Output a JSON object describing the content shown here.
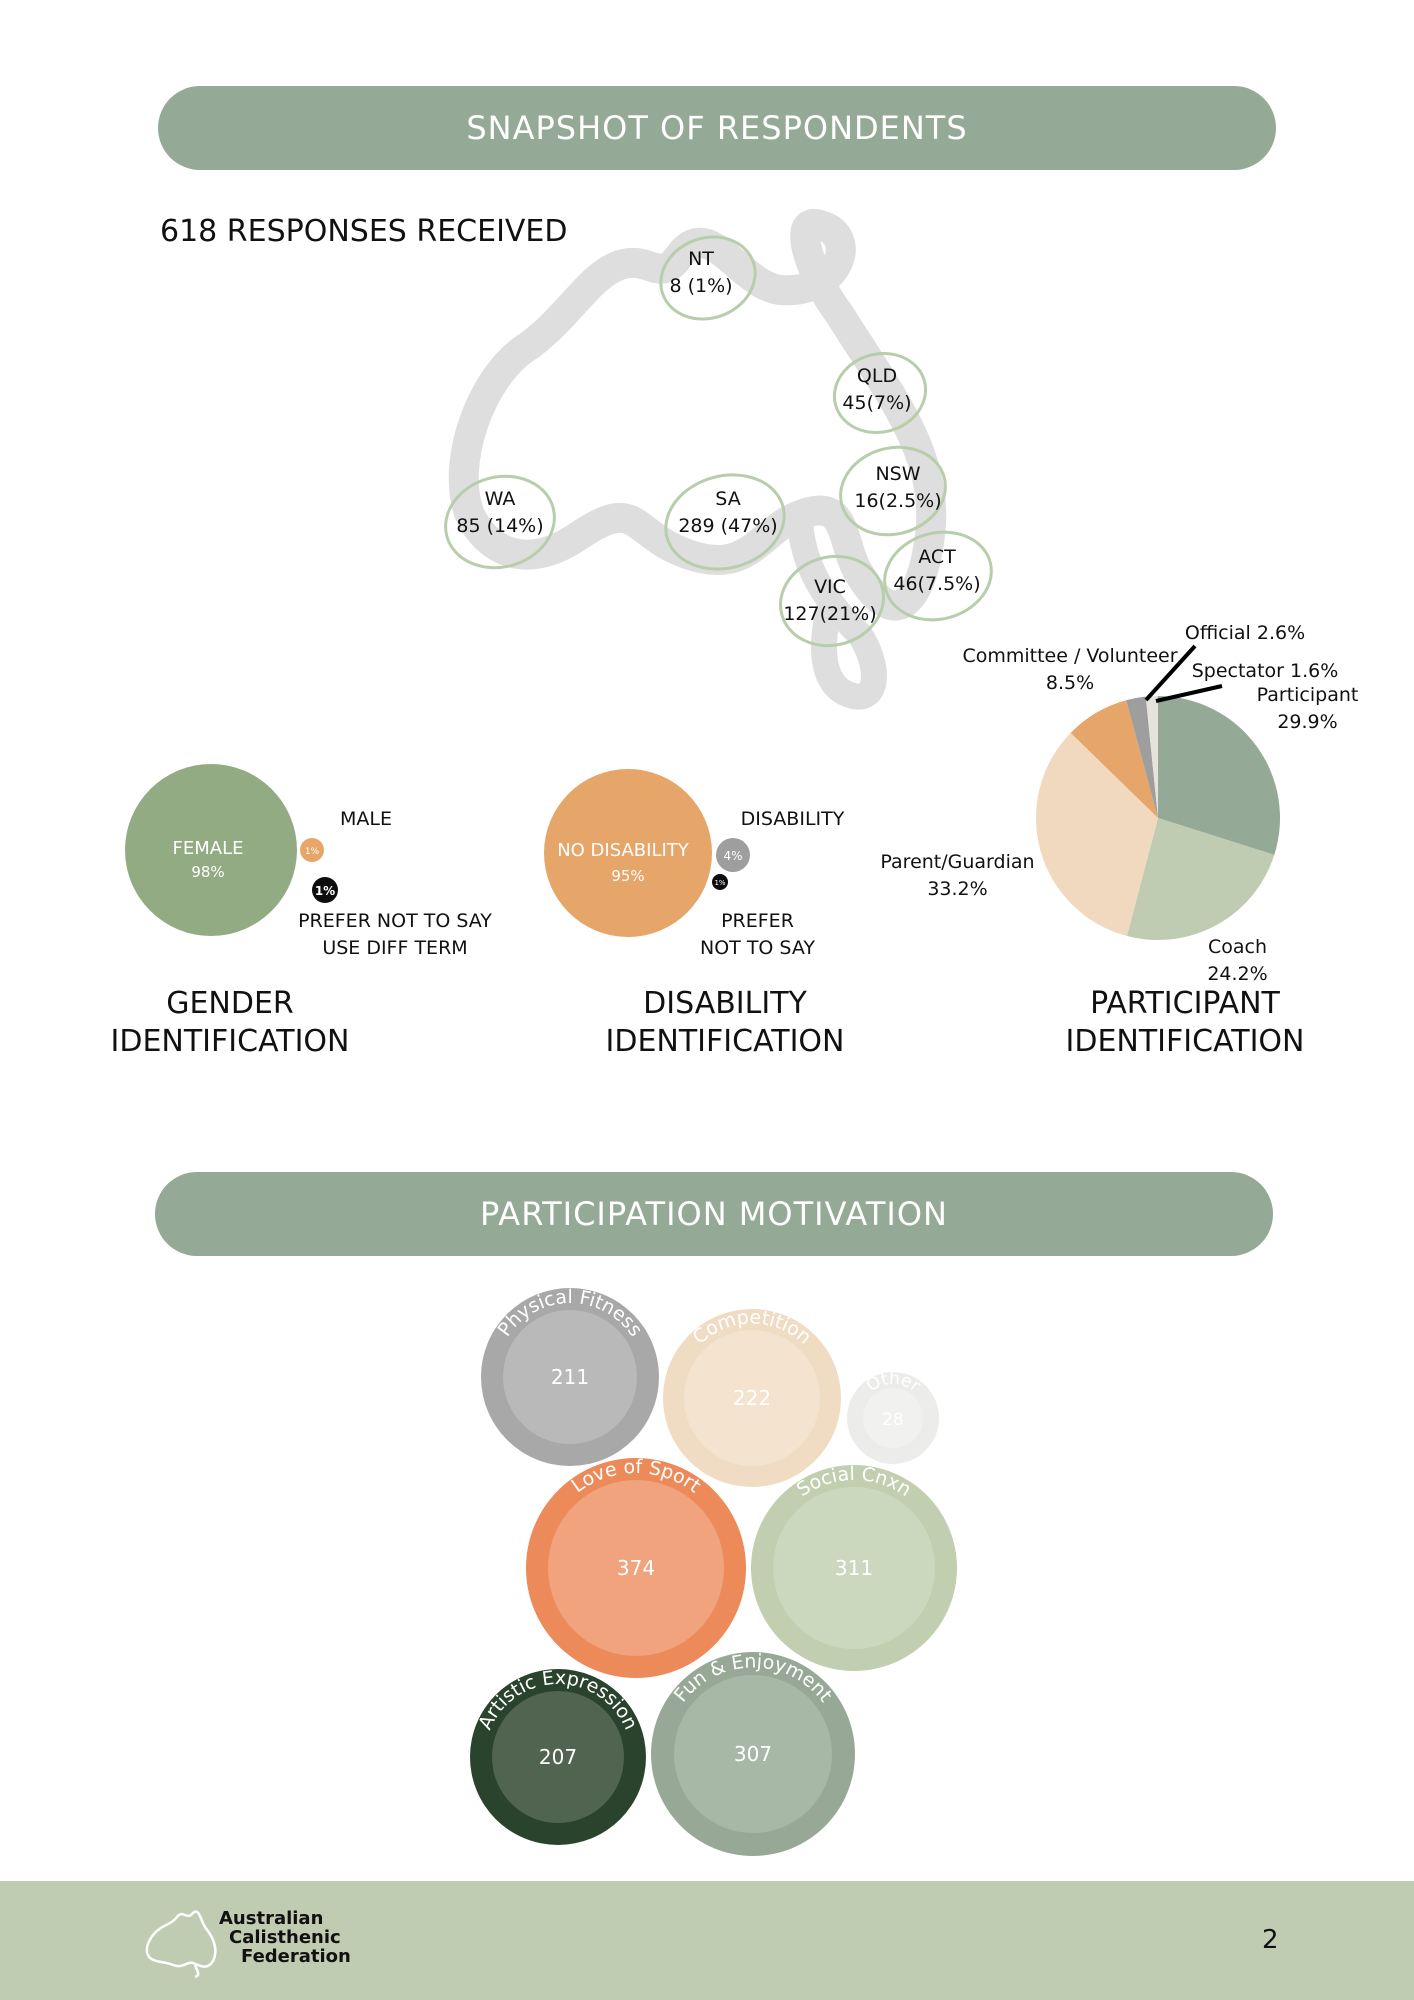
{
  "header": {
    "snapshot_title": "SNAPSHOT OF RESPONDENTS",
    "responses": "618 RESPONSES RECEIVED"
  },
  "map": {
    "states": [
      {
        "name": "NT",
        "value": "8 (1%)"
      },
      {
        "name": "QLD",
        "value": "45(7%)"
      },
      {
        "name": "WA",
        "value": "85 (14%)"
      },
      {
        "name": "SA",
        "value": "289 (47%)"
      },
      {
        "name": "NSW",
        "value": "16(2.5%)"
      },
      {
        "name": "ACT",
        "value": "46(7.5%)"
      },
      {
        "name": "VIC",
        "value": "127(21%)"
      }
    ]
  },
  "gender": {
    "female_label": "FEMALE",
    "female_pct": "98%",
    "male_label": "MALE",
    "male_pct": "1%",
    "other_pct": "1%",
    "other_label_1": "PREFER NOT TO SAY",
    "other_label_2": "USE DIFF TERM",
    "title_1": "GENDER",
    "title_2": "IDENTIFICATION"
  },
  "disability": {
    "none_label": "NO DISABILITY",
    "none_pct": "95%",
    "dis_label": "DISABILITY",
    "dis_pct": "4%",
    "pref_pct": "1%",
    "pref_label_1": "PREFER",
    "pref_label_2": "NOT TO SAY",
    "title_1": "DISABILITY",
    "title_2": "IDENTIFICATION"
  },
  "participant": {
    "title_1": "PARTICIPANT",
    "title_2": "IDENTIFICATION",
    "labels": {
      "official": "Official 2.6%",
      "committee_1": "Committee / Volunteer",
      "committee_2": "8.5%",
      "spectator": "Spectator 1.6%",
      "participant_1": "Participant",
      "participant_2": "29.9%",
      "parent_1": "Parent/Guardian",
      "parent_2": "33.2%",
      "coach_1": "Coach",
      "coach_2": "24.2%"
    }
  },
  "motivation": {
    "title": "PARTICIPATION MOTIVATION",
    "bubbles": [
      {
        "label": "Physical Fitness",
        "value": "211",
        "outer": "#a8a8a8",
        "inner": "#b9b9b9",
        "text": "#ffffff"
      },
      {
        "label": "Competition",
        "value": "222",
        "outer": "#f0dcc3",
        "inner": "#f3e3cf",
        "text": "#ffffff"
      },
      {
        "label": "Other",
        "value": "28",
        "outer": "#ececea",
        "inner": "#f1f1ef",
        "text": "#ffffff"
      },
      {
        "label": "Love of Sport",
        "value": "374",
        "outer": "#ec8a5a",
        "inner": "#f0a37d",
        "text": "#ffffff"
      },
      {
        "label": "Social Cnxn",
        "value": "311",
        "outer": "#c1cfb0",
        "inner": "#cbd8bd",
        "text": "#ffffff"
      },
      {
        "label": "Artistic Expression",
        "value": "207",
        "outer": "#2a432d",
        "inner": "#506450",
        "text": "#ffffff"
      },
      {
        "label": "Fun & Enjoyment",
        "value": "307",
        "outer": "#97a996",
        "inner": "#a8b8a7",
        "text": "#ffffff"
      }
    ]
  },
  "chart_data": {
    "type": "pie",
    "title": "PARTICIPANT IDENTIFICATION",
    "categories": [
      "Participant",
      "Coach",
      "Parent/Guardian",
      "Committee / Volunteer",
      "Official",
      "Spectator"
    ],
    "values": [
      29.9,
      24.2,
      33.2,
      8.5,
      2.6,
      1.6
    ],
    "colors": [
      "#94a996",
      "#bfccb1",
      "#f0d9bf",
      "#e6a66a",
      "#9e9e9e",
      "#e6e3dc"
    ]
  },
  "footer": {
    "org_1": "Australian",
    "org_2": "Calisthenic",
    "org_3": "Federation",
    "page": "2"
  },
  "colors": {
    "banner": "#94a996",
    "footer": "#bfccb1",
    "green": "#93ab83",
    "orange": "#e6a66a"
  }
}
